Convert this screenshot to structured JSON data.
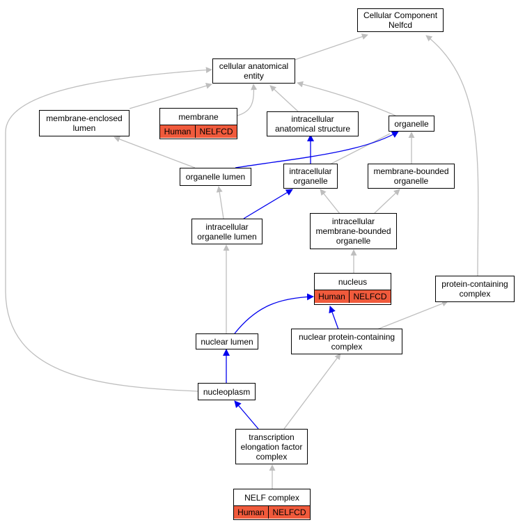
{
  "nodes": {
    "cc_nelfcd": "Cellular Component\nNelfcd",
    "cae": "cellular anatomical\nentity",
    "mel": "membrane-enclosed\nlumen",
    "membrane": "membrane",
    "ias": "intracellular\nanatomical structure",
    "organelle": "organelle",
    "org_lumen": "organelle lumen",
    "icorg": "intracellular\norganelle",
    "mborg": "membrane-bounded\norganelle",
    "icorg_lumen": "intracellular\norganelle lumen",
    "imborg": "intracellular\nmembrane-bounded\norganelle",
    "nucleus": "nucleus",
    "pcc": "protein-containing\ncomplex",
    "nuc_lumen": "nuclear lumen",
    "npcc": "nuclear protein-containing\ncomplex",
    "nucleoplasm": "nucleoplasm",
    "tefc": "transcription\nelongation factor\ncomplex",
    "nelf": "NELF complex"
  },
  "annotations": {
    "membrane": [
      "Human",
      "NELFCD"
    ],
    "nucleus": [
      "Human",
      "NELFCD"
    ],
    "nelf": [
      "Human",
      "NELFCD"
    ]
  },
  "colors": {
    "highlight_edge": "#0000ee",
    "normal_edge": "#bebebe",
    "annotation_fill": "#f05a3c"
  }
}
